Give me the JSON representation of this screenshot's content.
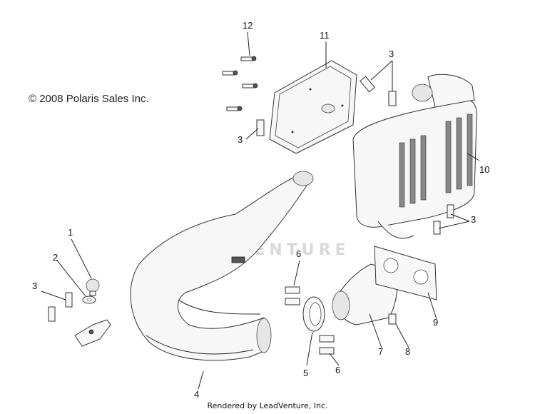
{
  "copyright": "© 2008 Polaris Sales Inc.",
  "footer": "Rendered by LeadVenture, Inc.",
  "watermark": "LEADVENTURE",
  "callouts": [
    "1",
    "2",
    "3",
    "3",
    "3",
    "3",
    "4",
    "5",
    "6",
    "6",
    "7",
    "8",
    "9",
    "10",
    "11",
    "12"
  ],
  "colors": {
    "ink": "#222222",
    "part_fill": "#f7f7f7",
    "shade": "#e6e6e6",
    "watermark": "#d9d9d9"
  }
}
